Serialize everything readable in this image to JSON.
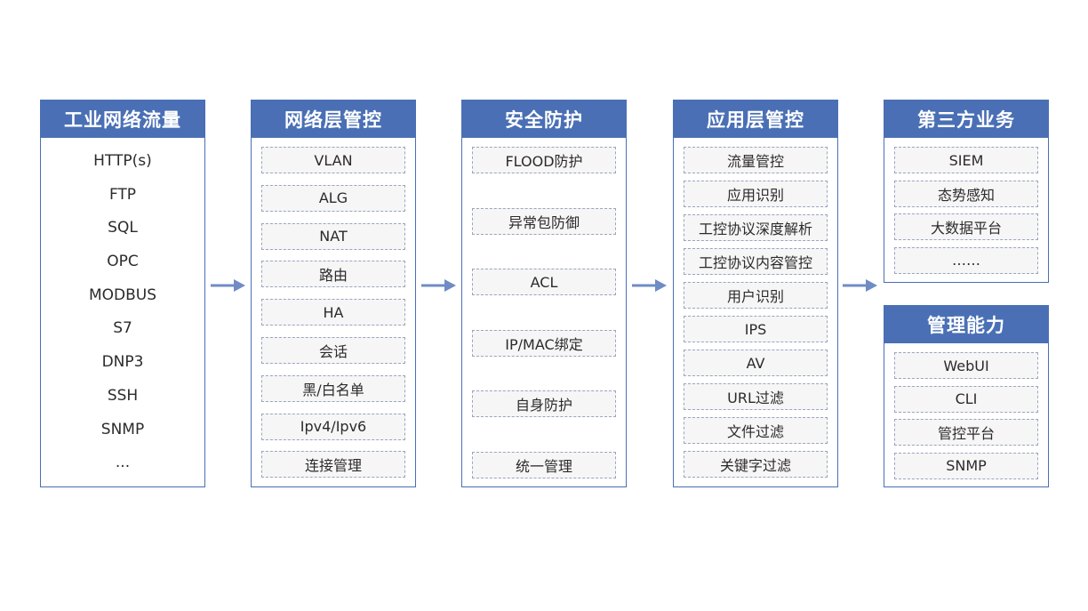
{
  "columns": {
    "traffic": {
      "title": "工业网络流量",
      "items": [
        "HTTP(s)",
        "FTP",
        "SQL",
        "OPC",
        "MODBUS",
        "S7",
        "DNP3",
        "SSH",
        "SNMP",
        "..."
      ]
    },
    "network": {
      "title": "网络层管控",
      "items": [
        "VLAN",
        "ALG",
        "NAT",
        "路由",
        "HA",
        "会话",
        "黑/白名单",
        "Ipv4/Ipv6",
        "连接管理"
      ]
    },
    "security": {
      "title": "安全防护",
      "items": [
        "FLOOD防护",
        "异常包防御",
        "ACL",
        "IP/MAC绑定",
        "自身防护",
        "统一管理"
      ]
    },
    "application": {
      "title": "应用层管控",
      "items": [
        "流量管控",
        "应用识别",
        "工控协议深度解析",
        "工控协议内容管控",
        "用户识别",
        "IPS",
        "AV",
        "URL过滤",
        "文件过滤",
        "关键字过滤"
      ]
    },
    "third_party": {
      "title": "第三方业务",
      "items": [
        "SIEM",
        "态势感知",
        "大数据平台",
        "……"
      ]
    },
    "management": {
      "title": "管理能力",
      "items": [
        "WebUI",
        "CLI",
        "管控平台",
        "SNMP"
      ]
    }
  },
  "colors": {
    "header": "#4a6fb5",
    "arrow": "#6f8cc4",
    "box_border": "#9aa4bd",
    "box_fill": "#f6f6f7"
  }
}
